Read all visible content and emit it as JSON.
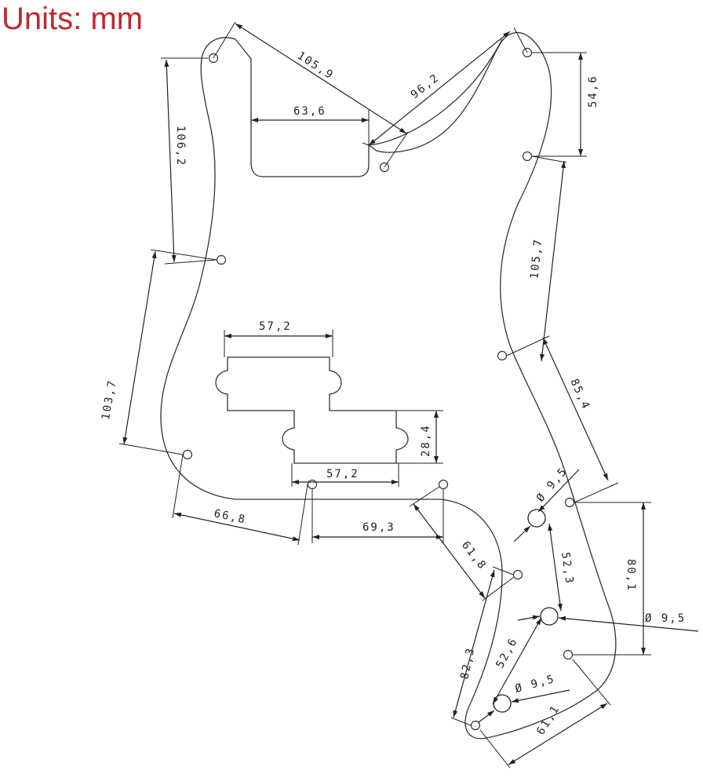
{
  "title": "Units: mm",
  "colors": {
    "title": "#c0272d",
    "lines": "#222222"
  },
  "dimensions": {
    "d105_9": "105,9",
    "d96_2": "96,2",
    "d63_6": "63,6",
    "d54_6": "54,6",
    "d106_2": "106,2",
    "d105_7": "105,7",
    "d57_2_top": "57,2",
    "d103_7": "103,7",
    "d85_4": "85,4",
    "d28_4": "28,4",
    "d57_2_bottom": "57,2",
    "d9_5_top": "Ø 9,5",
    "d66_8": "66,8",
    "d69_3": "69,3",
    "d52_3": "52,3",
    "d80_1": "80,1",
    "d61_8": "61,8",
    "d9_5_right": "Ø 9,5",
    "d82_3": "82,3",
    "d52_6": "52,6",
    "d9_5_bottom": "Ø 9,5",
    "d61_1": "61,1"
  }
}
